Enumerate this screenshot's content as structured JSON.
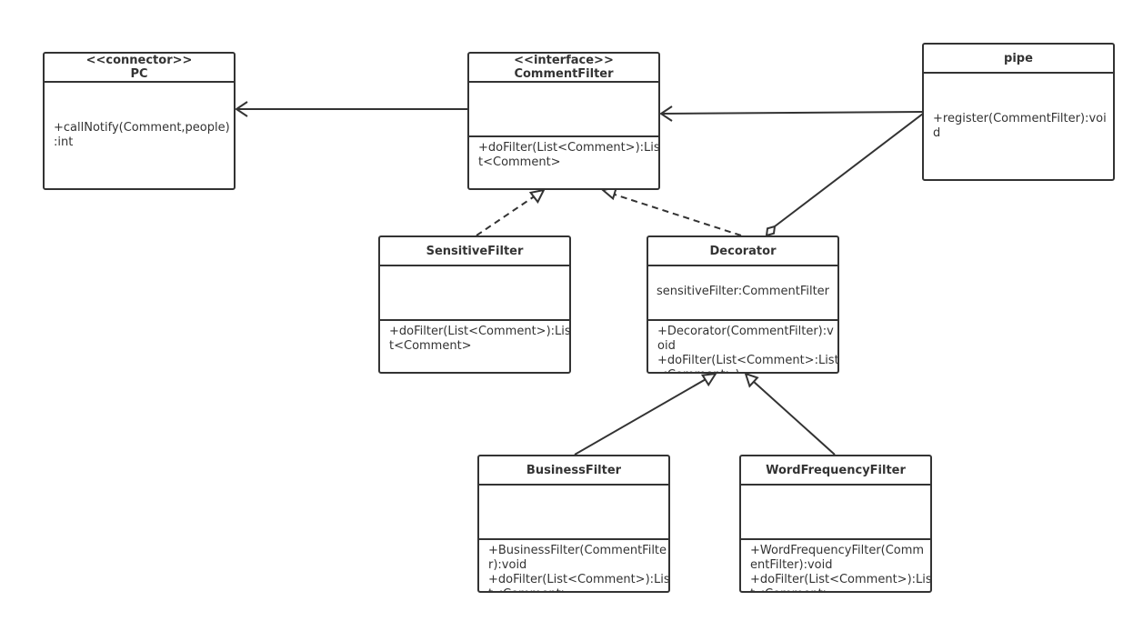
{
  "colors": {
    "line": "#333333",
    "background": "#ffffff"
  },
  "classes": {
    "pc": {
      "stereotype": "<<connector>>",
      "name": "PC",
      "operations": "+callNotify(Comment,people)\n:int"
    },
    "comment_filter": {
      "stereotype": "<<interface>>",
      "name": "CommentFilter",
      "operations": "+doFilter(List<Comment>):Lis\nt<Comment>"
    },
    "pipe": {
      "name": "pipe",
      "operations": "+register(CommentFilter):voi\nd"
    },
    "sensitive_filter": {
      "name": "SensitiveFilter",
      "operations": "+doFilter(List<Comment>):Lis\nt<Comment>"
    },
    "decorator": {
      "name": "Decorator",
      "attributes": "sensitiveFilter:CommentFilter",
      "operations": "+Decorator(CommentFilter):v\noid\n+doFilter(List<Comment>:List\n<Comment>)"
    },
    "business_filter": {
      "name": "BusinessFilter",
      "operations": "+BusinessFilter(CommentFilte\nr):void\n+doFilter(List<Comment>):Lis\nt<Comment>"
    },
    "word_frequency_filter": {
      "name": "WordFrequencyFilter",
      "operations": "+WordFrequencyFilter(Comm\nentFilter):void\n+doFilter(List<Comment>):Lis\nt<Comment>"
    }
  },
  "relations": [
    {
      "from": "comment_filter",
      "to": "pc",
      "kind": "association"
    },
    {
      "from": "pipe",
      "to": "comment_filter",
      "kind": "association"
    },
    {
      "from": "pipe",
      "to": "decorator",
      "kind": "aggregation"
    },
    {
      "from": "sensitive_filter",
      "to": "comment_filter",
      "kind": "realization"
    },
    {
      "from": "decorator",
      "to": "comment_filter",
      "kind": "realization"
    },
    {
      "from": "business_filter",
      "to": "decorator",
      "kind": "generalization"
    },
    {
      "from": "word_frequency_filter",
      "to": "decorator",
      "kind": "generalization"
    }
  ]
}
